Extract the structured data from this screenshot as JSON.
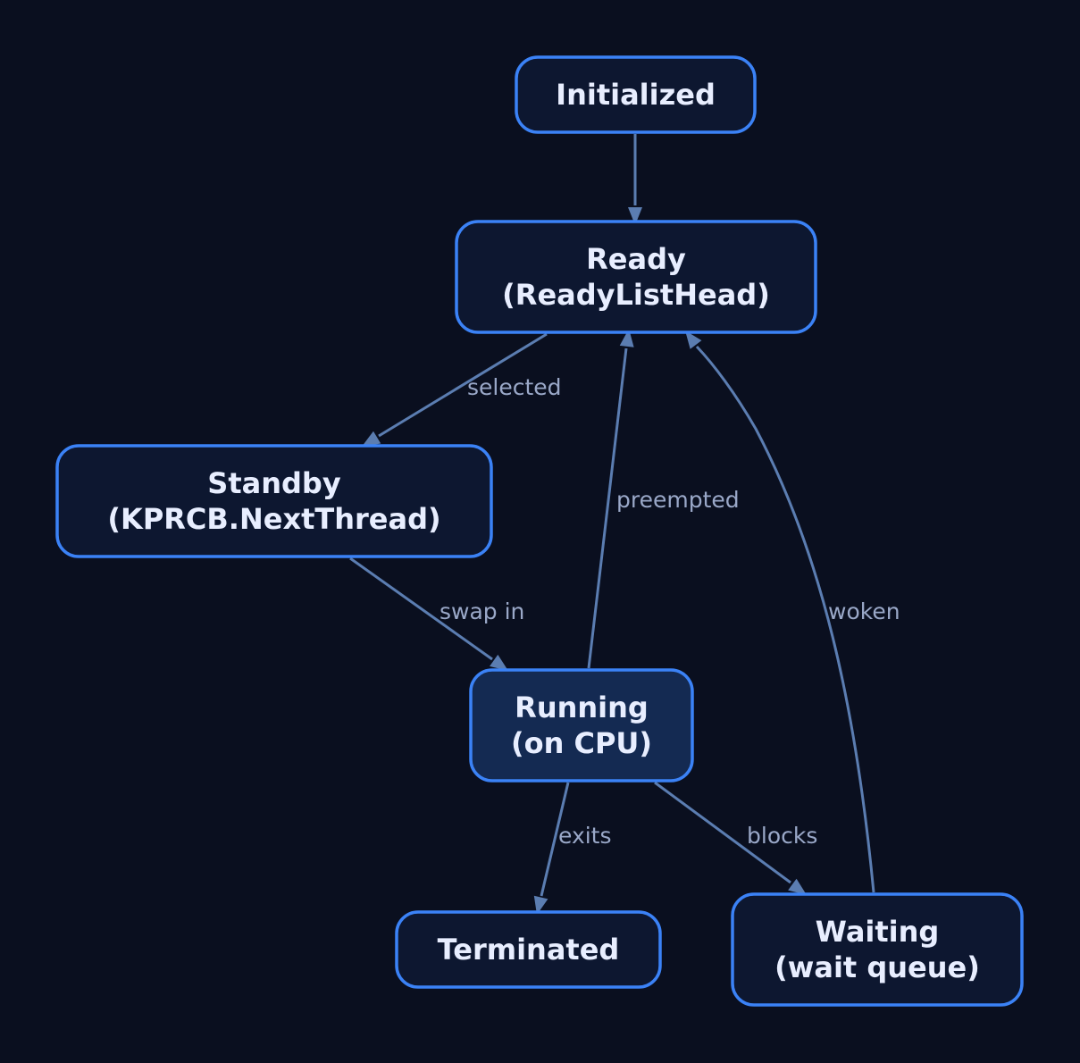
{
  "colors": {
    "background": "#0a0f1f",
    "node_fill": "#0d1730",
    "node_fill_active": "#142a52",
    "node_border": "#3b82f6",
    "edge": "#5b7db1",
    "edge_label": "#9aa8c8",
    "node_text": "#e8eeff"
  },
  "nodes": [
    {
      "id": "initialized",
      "lines": [
        "Initialized"
      ]
    },
    {
      "id": "ready",
      "lines": [
        "Ready",
        "(ReadyListHead)"
      ]
    },
    {
      "id": "standby",
      "lines": [
        "Standby",
        "(KPRCB.NextThread)"
      ]
    },
    {
      "id": "running",
      "lines": [
        "Running",
        "(on CPU)"
      ],
      "active": true
    },
    {
      "id": "terminated",
      "lines": [
        "Terminated"
      ]
    },
    {
      "id": "waiting",
      "lines": [
        "Waiting",
        "(wait queue)"
      ]
    }
  ],
  "edges": [
    {
      "id": "initialized-ready",
      "from": "initialized",
      "to": "ready",
      "label": ""
    },
    {
      "id": "ready-standby",
      "from": "ready",
      "to": "standby",
      "label": "selected"
    },
    {
      "id": "standby-running",
      "from": "standby",
      "to": "running",
      "label": "swap in"
    },
    {
      "id": "running-ready",
      "from": "running",
      "to": "ready",
      "label": "preempted"
    },
    {
      "id": "waiting-ready",
      "from": "waiting",
      "to": "ready",
      "label": "woken"
    },
    {
      "id": "running-terminated",
      "from": "running",
      "to": "terminated",
      "label": "exits"
    },
    {
      "id": "running-waiting",
      "from": "running",
      "to": "waiting",
      "label": "blocks"
    }
  ]
}
